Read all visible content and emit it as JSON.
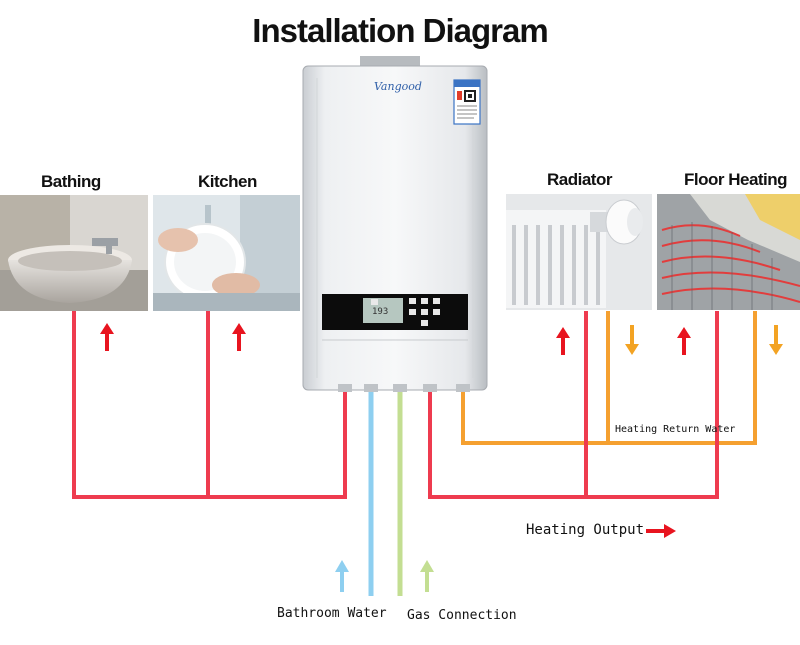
{
  "title": "Installation Diagram",
  "brand": "Vangood",
  "display_readout": "193",
  "labels": {
    "bathing": "Bathing",
    "kitchen": "Kitchen",
    "radiator": "Radiator",
    "floor_heating": "Floor Heating",
    "heating_return_water": "Heating Return Water",
    "heating_output": "Heating Output",
    "bathroom_water": "Bathroom Water",
    "gas_connection": "Gas Connection"
  },
  "colors": {
    "hot_pipe": "#ee3b4f",
    "return_pipe": "#f5a030",
    "cold_water_pipe": "#8ecff0",
    "gas_pipe": "#c3de92",
    "arrow_red": "#e8141f",
    "arrow_orange": "#f3a323"
  }
}
